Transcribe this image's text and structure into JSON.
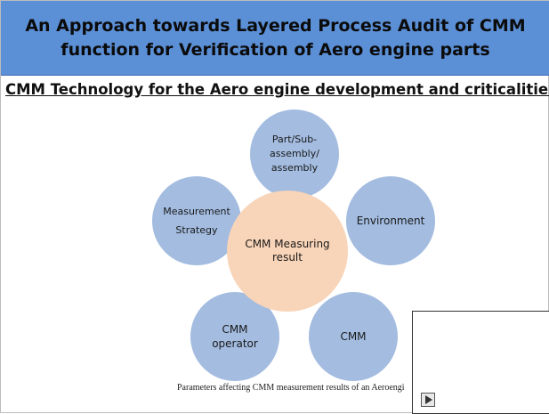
{
  "title": "An Approach towards Layered Process Audit of CMM\nfunction for Verification of Aero engine parts",
  "subtitle": "CMM Technology for the Aero engine development and criticalities",
  "diagram": {
    "center": "CMM Measuring\nresult",
    "nodes": [
      "Part/Sub-\nassembly/\nassembly",
      "Environment",
      "CMM",
      "CMM\noperator",
      "Measurement\nStrategy"
    ]
  },
  "caption": "Parameters affecting CMM measurement results of an Aeroengi",
  "colors": {
    "banner": "#5b8fd6",
    "outer_circle": "#a3bce0",
    "center_circle": "#f8d4b8"
  },
  "icons": {
    "media": "play-icon"
  }
}
